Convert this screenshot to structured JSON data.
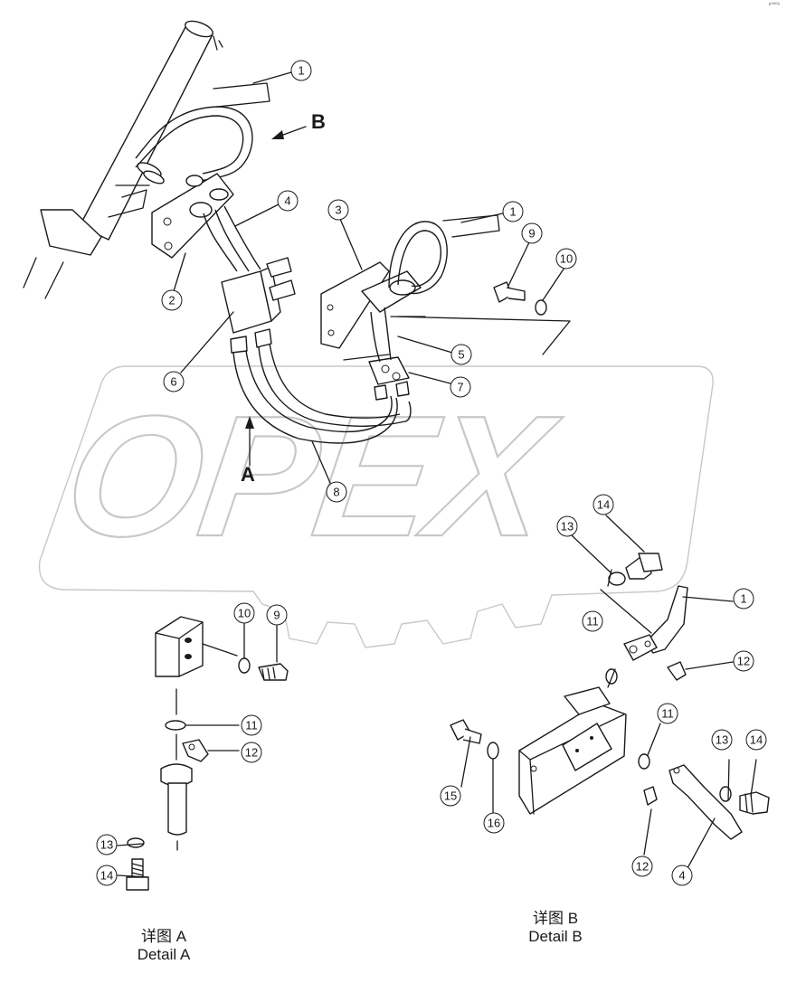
{
  "watermark": "OPEX",
  "corner_mark": "ᵖ⁰⁰⁰⁶",
  "view_arrows": [
    {
      "letter": "B"
    },
    {
      "letter": "A"
    }
  ],
  "callouts": {
    "main": [
      "1",
      "2",
      "3",
      "4",
      "1",
      "5",
      "6",
      "7",
      "8",
      "9",
      "10"
    ],
    "detail_a": [
      "10",
      "9",
      "11",
      "12",
      "13",
      "14"
    ],
    "detail_b": [
      "14",
      "13",
      "1",
      "11",
      "12",
      "11",
      "15",
      "16",
      "13",
      "14",
      "12",
      "4"
    ]
  },
  "captions": {
    "detail_a": {
      "cn": "详图 A",
      "en": "Detail A"
    },
    "detail_b": {
      "cn": "详图 B",
      "en": "Detail B"
    }
  }
}
